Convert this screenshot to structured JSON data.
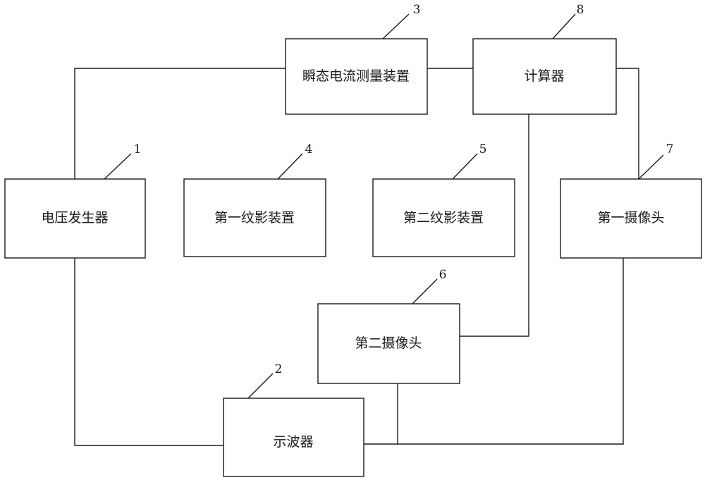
{
  "nodes": {
    "voltage_generator": {
      "label": "电压发生器",
      "ref": "1"
    },
    "oscilloscope": {
      "label": "示波器",
      "ref": "2"
    },
    "transient_current_meter": {
      "label": "瞬态电流测量装置",
      "ref": "3"
    },
    "first_schlieren": {
      "label": "第一纹影装置",
      "ref": "4"
    },
    "second_schlieren": {
      "label": "第二纹影装置",
      "ref": "5"
    },
    "second_camera": {
      "label": "第二摄像头",
      "ref": "6"
    },
    "first_camera": {
      "label": "第一摄像头",
      "ref": "7"
    },
    "computer": {
      "label": "计算器",
      "ref": "8"
    }
  }
}
